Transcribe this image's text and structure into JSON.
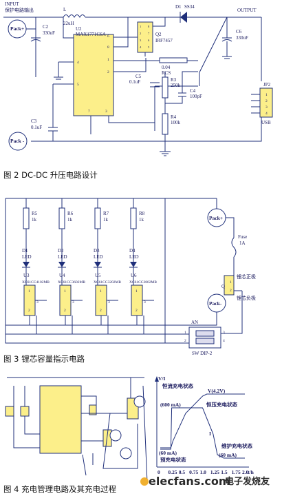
{
  "figure2": {
    "input": "INPUT",
    "input_sub": "保护电路输出",
    "inductor": "L",
    "inductor_val": "22uH",
    "diode": "D1",
    "diode_val": "SS34",
    "output": "OUTPUT",
    "pack_plus": "Pack+",
    "pack_minus": "Pack -",
    "c2": "C2",
    "c2_val": "330uF",
    "u2": "U2",
    "u2_val": "MAX1771CSA",
    "pins": [
      "4",
      "8",
      "2",
      "5",
      "7",
      "3",
      "1",
      "6"
    ],
    "q2": "Q2",
    "q2_val": "IRF7457",
    "q2_pins": [
      "1",
      "2",
      "3",
      "4",
      "5",
      "6",
      "7",
      "8"
    ],
    "rcs_val": "0.04",
    "rcs": "RCS",
    "c5": "C5",
    "c5_val": "0.1uF",
    "r3": "R3",
    "r3_val": "250k",
    "c4": "C4",
    "c4_val": "100pF",
    "r4": "R4",
    "r4_val": "100k",
    "c3": "C3",
    "c3_val": "0.1uF",
    "c6": "C6",
    "c6_val": "330uF",
    "jp2": "JP2",
    "jp2_pins": [
      "1",
      "2",
      "3",
      "4"
    ],
    "usb": "USB",
    "caption": "图 2 DC-DC 升压电路设计"
  },
  "figure3": {
    "resistors": [
      {
        "ref": "R5",
        "val": "1k"
      },
      {
        "ref": "R6",
        "val": "1k"
      },
      {
        "ref": "R7",
        "val": "1k"
      },
      {
        "ref": "R8",
        "val": "1k"
      }
    ],
    "leds": [
      {
        "ref": "D1",
        "val": "LED"
      },
      {
        "ref": "D2",
        "val": "LED"
      },
      {
        "ref": "D3",
        "val": "LED"
      },
      {
        "ref": "D4",
        "val": "LED"
      }
    ],
    "ics": [
      {
        "ref": "U3",
        "val": "XC61CC4102MR"
      },
      {
        "ref": "U4",
        "val": "XC61CC3602MR"
      },
      {
        "ref": "U5",
        "val": "XC61CC3202MR"
      },
      {
        "ref": "U6",
        "val": "XC61CC2802MR"
      }
    ],
    "ic_pins": [
      "1",
      "2",
      "3"
    ],
    "pack_plus": "Pack+",
    "pack_minus": "Pack-",
    "fuse": "Fuse",
    "fuse_val": "1A",
    "conn": "Q",
    "conn_pins": [
      "1",
      "2"
    ],
    "conn_plus": "锂芯正极",
    "conn_minus": "锂芯负极",
    "an": "AN",
    "switch": "SW DIP-2",
    "switch_pins": [
      "1",
      "2",
      "3",
      "4"
    ],
    "caption": "图 3 锂芯容量指示电路"
  },
  "figure4": {
    "y_axis": "V/I",
    "x_axis": "t/h",
    "cc_label": "恒流充电状态",
    "v_label": "V(4.2V)",
    "cv_label": "恒压充电状态",
    "i_600": "(600 mA)",
    "i_label": "I",
    "maint_label": "维护充电状态",
    "i_60a": "(60 mA)",
    "i_60b": "(60 mA)",
    "pre_label": "预充电状态",
    "x_ticks": [
      "0",
      "0.25",
      "0.5",
      "0.75",
      "1.0",
      "1.25",
      "1.5",
      "1.75",
      "2.0"
    ],
    "caption": "图 4 充电管理电路及其充电过程"
  },
  "watermark": {
    "brand": "elecfans.com",
    "brand_cn": "电子发烧友"
  }
}
